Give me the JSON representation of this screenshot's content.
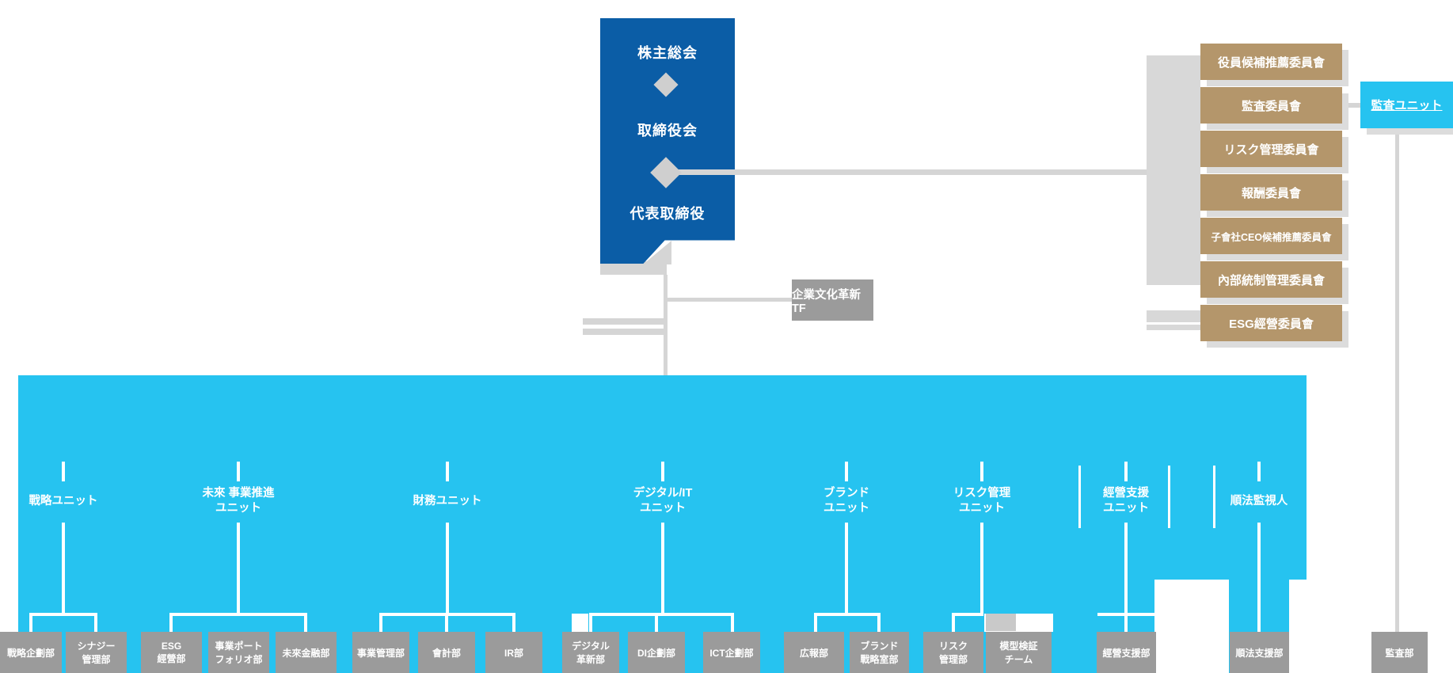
{
  "governance": {
    "shareholders": "株主総会",
    "board": "取締役会",
    "representative": "代表取締役"
  },
  "committees": [
    "役員候補推薦委員會",
    "監査委員會",
    "リスク管理委員會",
    "報酬委員會",
    "子會社CEO候補推薦委員會",
    "內部統制管理委員會",
    "ESG經營委員會"
  ],
  "audit_unit_label": "監査ユニット",
  "task_force_label": "企業文化革新TF",
  "units": [
    "戰略ユニット",
    "未來 事業推進\nユニット",
    "財務ユニット",
    "デジタル/IT\nユニット",
    "ブランド\nユニット",
    "リスク管理\nユニット",
    "經營支援\nユニット",
    "順法監視人"
  ],
  "departments": [
    "戰略企劃部",
    "シナジー\n管理部",
    "ESG\n經營部",
    "事業ポート\nフォリオ部",
    "未來金融部",
    "事業管理部",
    "會計部",
    "IR部",
    "デジタル\n革新部",
    "DI企劃部",
    "ICT企劃部",
    "広報部",
    "ブランド\n戰略室部",
    "リスク\n管理部",
    "模型検証\nチーム",
    "經營支援部",
    "順法支援部",
    "監査部"
  ],
  "colors": {
    "primary_blue": "#0b5da6",
    "cyan": "#26c3f0",
    "tan": "#b4966b",
    "box_grey": "#9b9b9b",
    "line_grey": "#d5d5d5",
    "shadow_grey": "#dcdcdc"
  }
}
